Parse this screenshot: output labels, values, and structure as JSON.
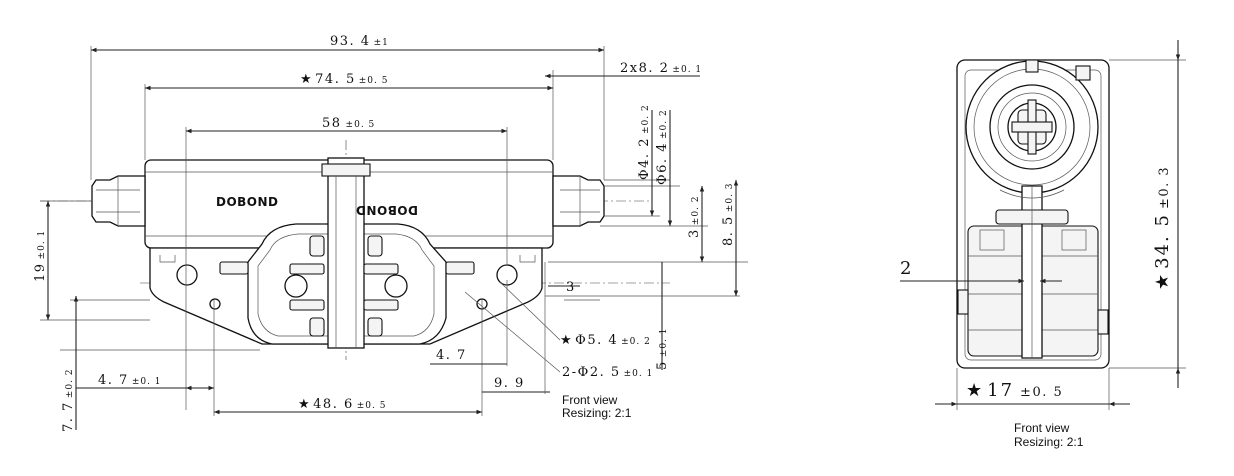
{
  "dimensions": {
    "overall_len": {
      "value": "93. 4",
      "tol": "±1"
    },
    "pitch_745": {
      "star": "★",
      "value": "74. 5",
      "tol": "±0. 5"
    },
    "inner_58": {
      "value": "58",
      "tol": "±0. 5"
    },
    "slot_2x82": {
      "value": "2x8. 2",
      "tol": "±0. 1"
    },
    "dia_42": {
      "value": "Φ4. 2",
      "tol": "±0. 2"
    },
    "dia_64": {
      "value": "Φ6. 4",
      "tol": "±0. 2"
    },
    "h_3": {
      "value": "3",
      "tol": "±0. 2"
    },
    "h_85": {
      "value": "8. 5",
      "tol": "±0. 3"
    },
    "h_19": {
      "value": "19",
      "tol": "±0. 1"
    },
    "h_3b": {
      "value": "3"
    },
    "hole_54": {
      "star": "★",
      "value": "Φ5. 4",
      "tol": "±0. 2"
    },
    "h_5": {
      "value": "5",
      "tol": "±0. 1"
    },
    "w_47a": {
      "value": "4. 7"
    },
    "w_99": {
      "value": "9. 9"
    },
    "holes_25": {
      "value": "2-Φ2. 5",
      "tol": "±0. 1"
    },
    "w_47b": {
      "value": "4. 7",
      "tol": "±0. 1"
    },
    "h_77": {
      "value": "7. 7",
      "tol": "±0. 2"
    },
    "w_486": {
      "star": "★",
      "value": "48. 6",
      "tol": "±0. 5"
    },
    "side_2": {
      "value": "2"
    },
    "side_345": {
      "star": "★",
      "value": "34. 5",
      "tol": "±0. 3"
    },
    "side_17": {
      "star": "★",
      "value": "17",
      "tol": "±0. 5"
    }
  },
  "brand_left": "DOBOND",
  "brand_right": "DOBOND",
  "front_label": {
    "line1": "Front view",
    "line2": "Resizing: 2:1"
  },
  "side_label": {
    "line1": "Front view",
    "line2": "Resizing: 2:1"
  }
}
